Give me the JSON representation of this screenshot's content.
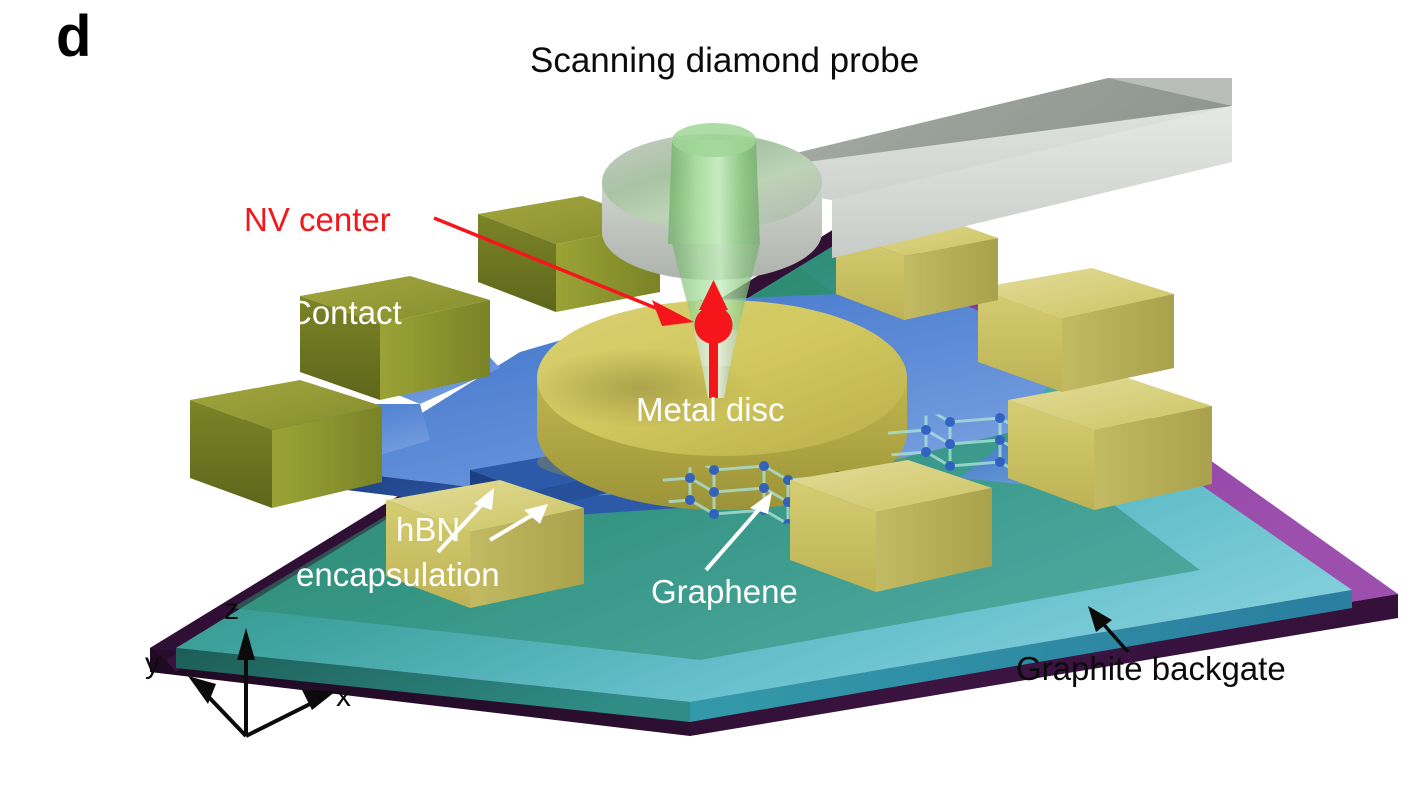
{
  "figure": {
    "panel_label": "d",
    "title": "Scanning diamond probe",
    "background_color": "#ffffff"
  },
  "labels": {
    "nv_center": "NV center",
    "contact": "Contact",
    "metal_disc": "Metal disc",
    "hbn_line1": "hBN",
    "hbn_line2": "encapsulation",
    "graphene": "Graphene",
    "graphite_backgate": "Graphite backgate"
  },
  "axes": {
    "z": "z",
    "y": "y",
    "x": "x"
  },
  "colors": {
    "nv_red": "#f5161c",
    "label_white": "#ffffff",
    "label_black": "#0b0b0b",
    "contact_gold_top": "#dcd58a",
    "contact_gold_front": "#c9c169",
    "contact_olive_top": "#9aa03a",
    "contact_olive_front": "#6d7a24",
    "metal_disc": "#cfc258",
    "hbn_blue": "#4d7fd0",
    "hbn_blue_dark": "#2a5fb0",
    "hbn_teal_top": "#6ec3c9",
    "hbn_green": "#2c8e6b",
    "graphite_purple": "#8e3fa0",
    "graphite_dark": "#2d1030",
    "cantilever_grey_top": "#9aa09a",
    "cantilever_grey_front": "#d6d9d6",
    "probe_green": "#8fd48a",
    "graphene_atom": "#2f5fc0"
  },
  "elements": [
    {
      "name": "scanning-diamond-probe-cantilever",
      "kind": "grey beam with circular head"
    },
    {
      "name": "green-laser-cone",
      "kind": "glowing green tapered tip"
    },
    {
      "name": "nv-center-spin",
      "kind": "red sphere with up arrow"
    },
    {
      "name": "metal-disc",
      "kind": "gold elliptical disc"
    },
    {
      "name": "contact-electrodes",
      "count": 8,
      "kind": "gold/olive cuboids"
    },
    {
      "name": "hbn-encapsulation",
      "kind": "blue and teal layers"
    },
    {
      "name": "graphene-lattice",
      "kind": "honeycomb of blue atoms"
    },
    {
      "name": "graphite-backgate",
      "kind": "purple substrate slab"
    }
  ]
}
